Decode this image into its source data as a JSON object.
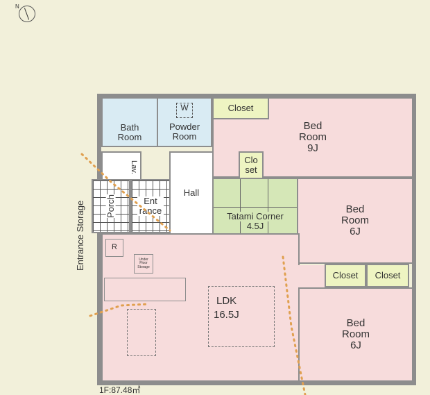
{
  "compass": {
    "label": "N"
  },
  "rooms": {
    "bath": "Bath Room",
    "powder": "Powder Room",
    "washer": "W",
    "closet_top": "Closet",
    "bedroom1": {
      "name": "Bed Room",
      "size": "9J"
    },
    "closet_small": "Clo set",
    "lavatory": "Lav.",
    "hall": "Hall",
    "porch": "Porch",
    "entrance": "Ent rance",
    "entrance_storage": "Entrance Storage",
    "tatami": {
      "name": "Tatami Corner",
      "size": "4.5J"
    },
    "bedroom2": {
      "name": "Bed Room",
      "size": "6J"
    },
    "closet_a": "Closet",
    "closet_b": "Closet",
    "refrigerator": "R",
    "under_floor": "Under Floor Storage",
    "ldk": {
      "name": "LDK",
      "size": "16.5J"
    },
    "bedroom3": {
      "name": "Bed Room",
      "size": "6J"
    }
  },
  "floor_area": "1F:87.48㎡",
  "colors": {
    "wall": "#8d8d8d",
    "bedroom": "#f7dcdc",
    "wet_area": "#d9ebf3",
    "closet": "#eef4c2",
    "tatami": "#d5e7b7",
    "sightline": "#e0a050"
  }
}
